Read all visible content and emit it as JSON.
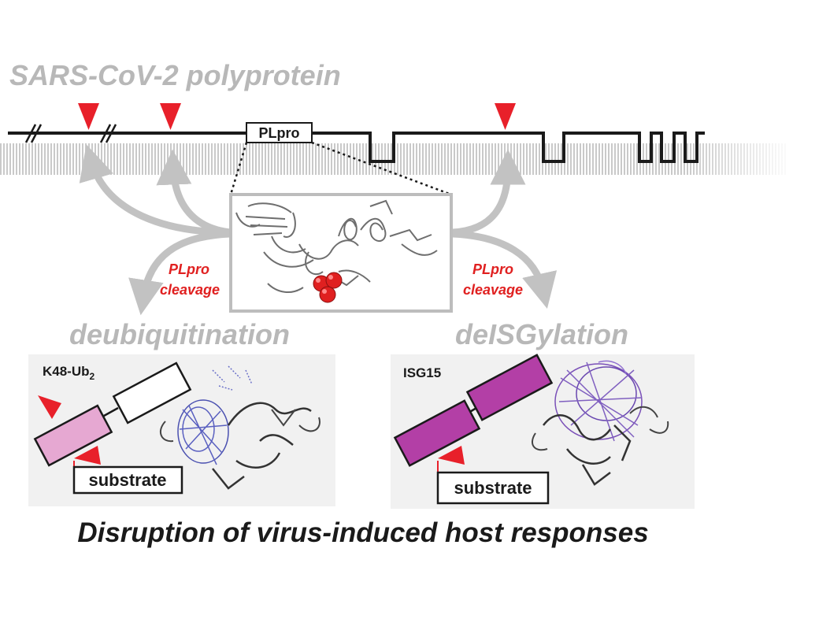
{
  "title": "SARS-CoV-2 polyprotein",
  "enzyme_label": "PLpro",
  "cleavage_left": {
    "line1": "PLpro",
    "line2": "cleavage"
  },
  "cleavage_right": {
    "line1": "PLpro",
    "line2": "cleavage"
  },
  "process_left": "deubiquitination",
  "process_right": "deISGylation",
  "left_panel": {
    "label_main": "K48-Ub",
    "label_sub": "2",
    "substrate": "substrate"
  },
  "right_panel": {
    "label": "ISG15",
    "substrate": "substrate"
  },
  "footer": "Disruption of virus-induced host responses",
  "colors": {
    "title_gray": "#b8b8b8",
    "cleavage_red": "#e02020",
    "marker_red": "#e8202a",
    "ub_pink": "#e6a8d2",
    "isg_magenta": "#b33fa6",
    "membrane_gray": "#c8c8c8",
    "panel_bg": "#f1f1f1",
    "arrow_gray": "#c2c2c2"
  },
  "icons": [
    "cleavage-site-marker",
    "curved-arrow",
    "protein-ribbon-structure",
    "ligand-spheres"
  ]
}
